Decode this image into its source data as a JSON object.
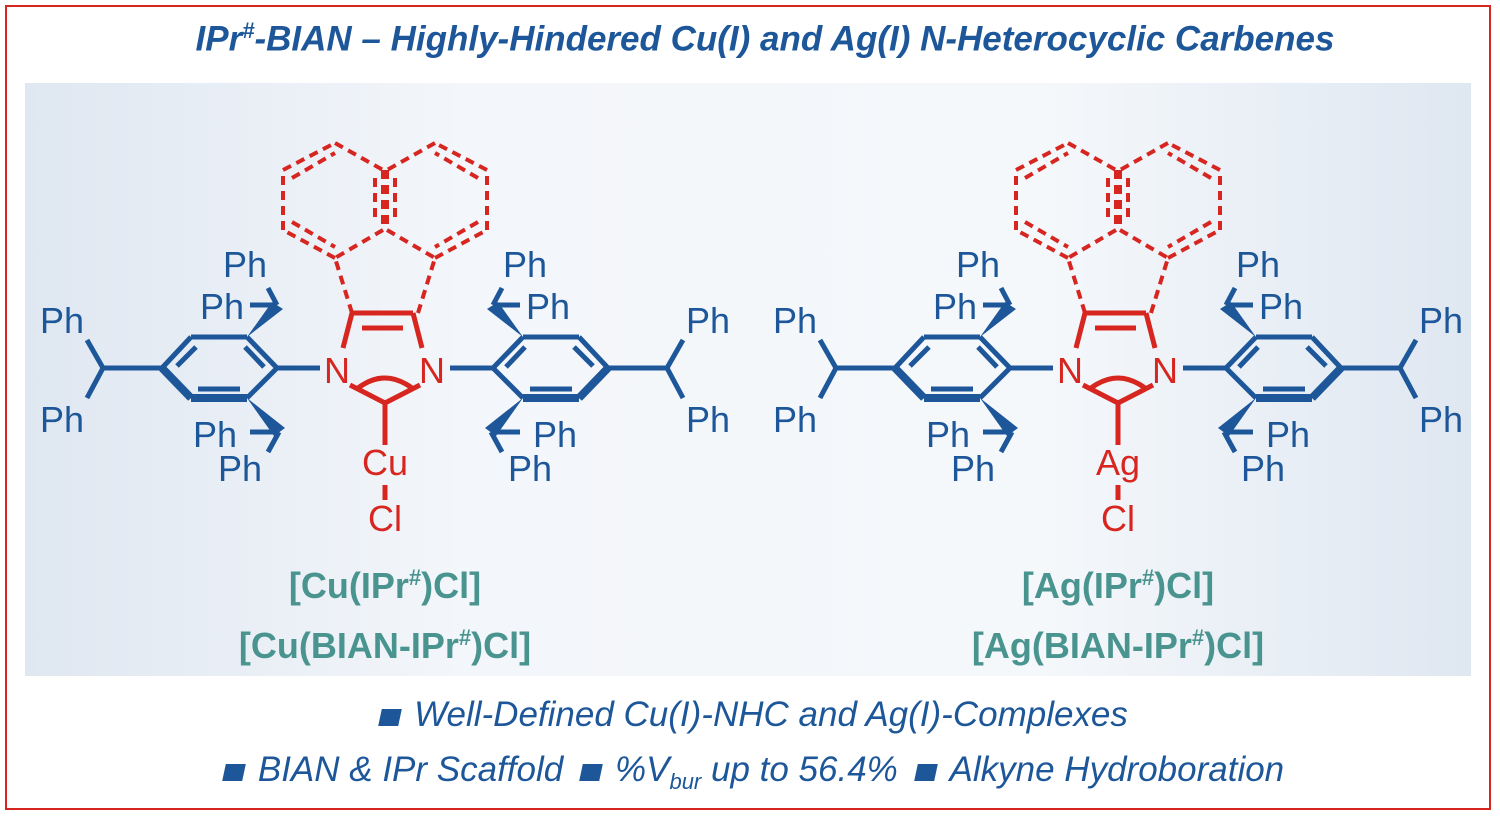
{
  "title": {
    "prefix": "IPr",
    "sup": "#",
    "rest": "-BIAN – Highly-Hindered Cu(I) and Ag(I) N-Heterocyclic Carbenes"
  },
  "colors": {
    "blue": "#1d5799",
    "red": "#d6261f",
    "teal": "#4a9490",
    "border": "#d6261f"
  },
  "molecules": [
    {
      "substituent": "Ph",
      "nitrogen": "N",
      "metal": "Cu",
      "halide": "Cl",
      "labels": [
        {
          "a": "[Cu(IPr",
          "sup": "#",
          "b": ")Cl]"
        },
        {
          "a": "[Cu(BIAN-IPr",
          "sup": "#",
          "b": ")Cl]"
        }
      ]
    },
    {
      "substituent": "Ph",
      "nitrogen": "N",
      "metal": "Ag",
      "halide": "Cl",
      "labels": [
        {
          "a": "[Ag(IPr",
          "sup": "#",
          "b": ")Cl]"
        },
        {
          "a": "[Ag(BIAN-IPr",
          "sup": "#",
          "b": ")Cl]"
        }
      ]
    }
  ],
  "bullets": {
    "line1": "Well-Defined Cu(I)-NHC and Ag(I)-Complexes",
    "b2": "BIAN & IPr Scaffold",
    "b3_a": "%V",
    "b3_sub": "bur",
    "b3_b": " up to 56.4%",
    "b4": "Alkyne Hydroboration"
  }
}
